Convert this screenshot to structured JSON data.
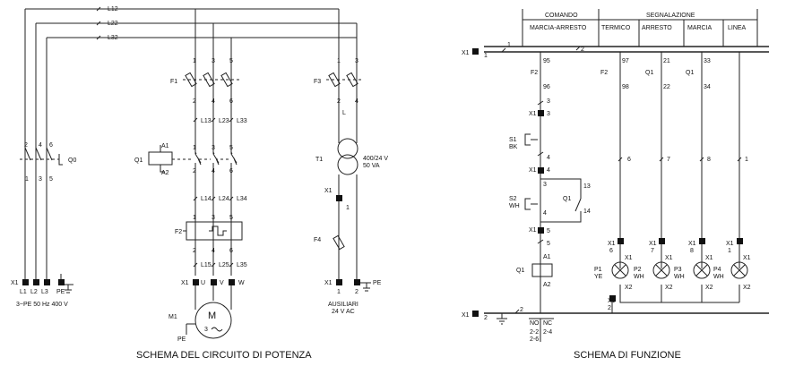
{
  "power": {
    "title": "SCHEMA DEL CIRCUITO DI POTENZA",
    "l12": "L12",
    "l22": "L22",
    "l32": "L32",
    "n1": "1",
    "n3": "3",
    "n5": "5",
    "n2": "2",
    "n4": "4",
    "n6": "6",
    "f1": "F1",
    "f2": "F2",
    "f3": "F3",
    "f4": "F4",
    "q0": "Q0",
    "q1": "Q1",
    "a1": "A1",
    "a2": "A2",
    "l13": "L13",
    "l23": "L23",
    "l33": "L33",
    "l14": "L14",
    "l24": "L24",
    "l34": "L34",
    "l15": "L15",
    "l25": "L25",
    "l35": "L35",
    "x1": "X1",
    "u": "U",
    "v": "V",
    "w": "W",
    "m1": "M1",
    "pe": "PE",
    "motor_m": "M",
    "motor_3": "3",
    "t1": "T1",
    "t1_rating1": "400/24 V",
    "t1_rating2": "50 VA",
    "l": "L",
    "L1": "L1",
    "L2": "L2",
    "L3": "L3",
    "supply": "3~PE 50 Hz 400 V",
    "aux1": "AUSILIARI",
    "aux2": "24 V AC"
  },
  "func": {
    "title": "SCHEMA DI FUNZIONE",
    "header_comando": "COMANDO",
    "header_segnalazione": "SEGNALAZIONE",
    "col_marcia_arresto": "MARCIA-ARRESTO",
    "col_termico": "TERMICO",
    "col_arresto": "ARRESTO",
    "col_marcia": "MARCIA",
    "col_linea": "LINEA",
    "x1": "X1",
    "one": "1",
    "two": "2",
    "f2": "F2",
    "q1": "Q1",
    "n95": "95",
    "n96": "96",
    "n97": "97",
    "n98": "98",
    "n21": "21",
    "n22": "22",
    "n33": "33",
    "n34": "34",
    "n3": "3",
    "n4": "4",
    "n5": "5",
    "n6": "6",
    "n7": "7",
    "n8": "8",
    "n13": "13",
    "n14": "14",
    "s1": "S1",
    "bk": "BK",
    "s2": "S2",
    "wh": "WH",
    "a1": "A1",
    "a2": "A2",
    "x2": "X2",
    "p1": "P1",
    "p2": "P2",
    "p3": "P3",
    "p4": "P4",
    "ye": "YE",
    "no": "NO",
    "nc": "NC",
    "no_pins": "2-2",
    "no_pins2": "2-6",
    "nc_pins": "2-4"
  }
}
